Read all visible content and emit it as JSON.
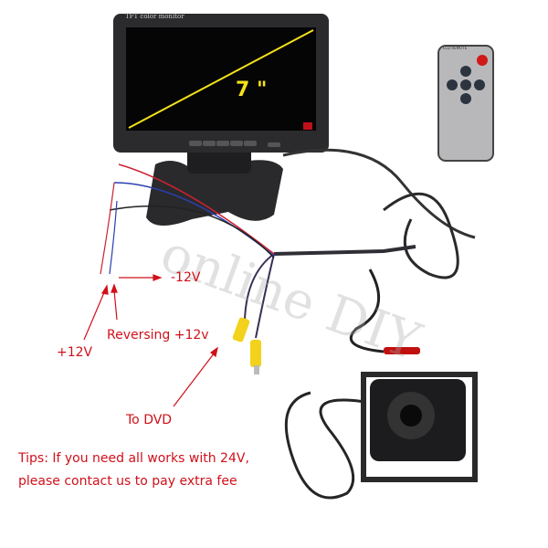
{
  "monitor": {
    "brand_label": "TFT color monitor",
    "size_label": "7 \""
  },
  "remote": {
    "label": "LCD REMOTE"
  },
  "annotations": {
    "minus_12v": "-12V",
    "reversing": "Reversing +12v",
    "plus_12v": "+12V",
    "to_dvd": "To DVD"
  },
  "tips": "Tips: If you need all works with 24V, please contact us to pay extra fee",
  "watermark": "online DIY",
  "colors": {
    "label_red": "#d0101a",
    "screen_line": "#f4e21a",
    "rca_yellow": "#f2d21b"
  }
}
